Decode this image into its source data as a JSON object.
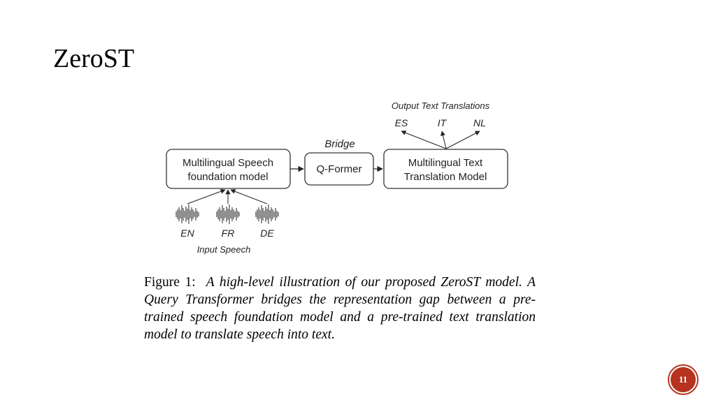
{
  "slide": {
    "title": "ZeroST",
    "page_number": "11"
  },
  "diagram": {
    "output_label": "Output Text Translations",
    "output_langs": [
      "ES",
      "IT",
      "NL"
    ],
    "bridge_label": "Bridge",
    "speech_model": [
      "Multilingual Speech",
      "foundation model"
    ],
    "qformer": "Q-Former",
    "text_model": [
      "Multilingual Text",
      "Translation Model"
    ],
    "input_langs": [
      "EN",
      "FR",
      "DE"
    ],
    "input_label": "Input Speech"
  },
  "caption": {
    "prefix": "Figure 1:",
    "text": "A high-level illustration of our proposed ZeroST model. A Query Transformer bridges the representation gap between a pre-trained speech foundation model and a pre-trained text translation model to translate speech into text."
  },
  "colors": {
    "badge": "#b5331f",
    "box_border": "#333333"
  }
}
